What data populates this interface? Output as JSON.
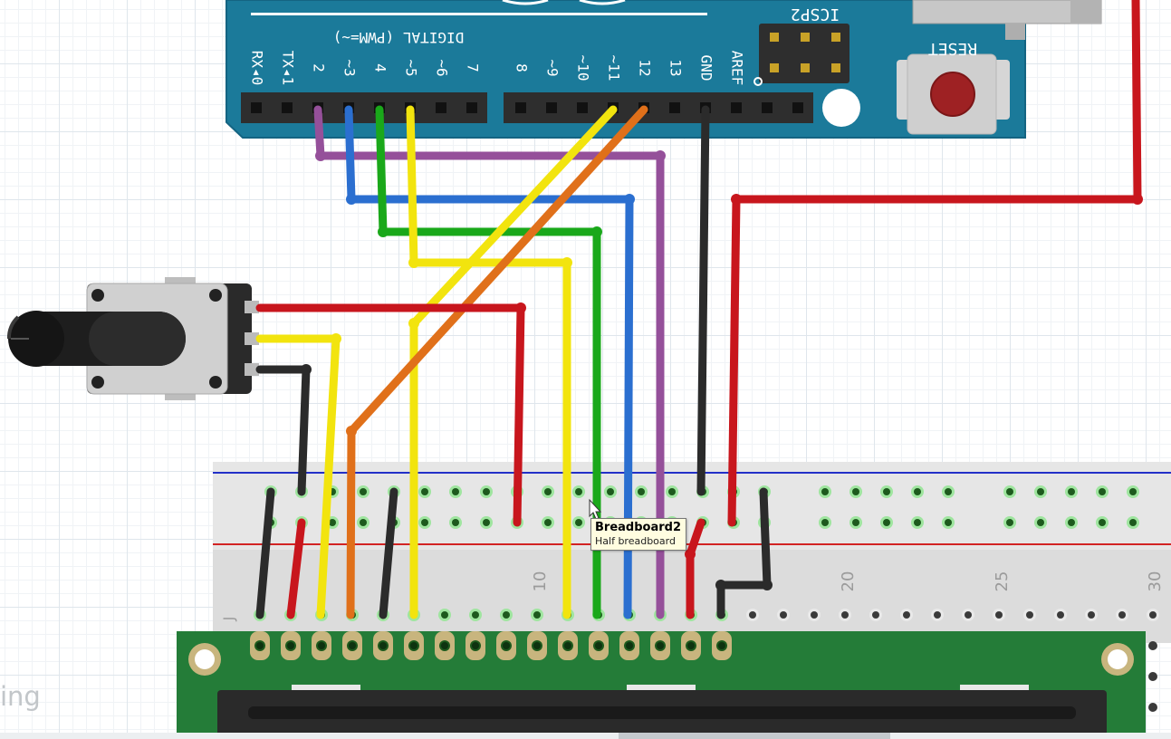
{
  "arduino": {
    "label_digital": "DIGITAL (PWM=~)",
    "label_icsp": "ICSP2",
    "label_reset": "RESET",
    "pins": [
      "RX◂0",
      "TX◂1",
      "2",
      "~3",
      "4",
      "~5",
      "~6",
      "7",
      "8",
      "~9",
      "~10",
      "~11",
      "12",
      "13",
      "GND",
      "AREF"
    ]
  },
  "breadboard": {
    "tooltip_title": "Breadboard2",
    "tooltip_subtitle": "Half breadboard",
    "col_labels": [
      "10",
      "20",
      "25",
      "30"
    ],
    "row_label": "J"
  },
  "watermark": "ing",
  "colors": {
    "wire_red": "#c8161d",
    "wire_yellow": "#f2e40e",
    "wire_black": "#2b2b2b",
    "wire_orange": "#e0701a",
    "wire_green": "#1aa81a",
    "wire_blue": "#2b6fd0",
    "wire_purple": "#95509a",
    "arduino_teal": "#1b7a9a",
    "lcd_green": "#247c38"
  }
}
